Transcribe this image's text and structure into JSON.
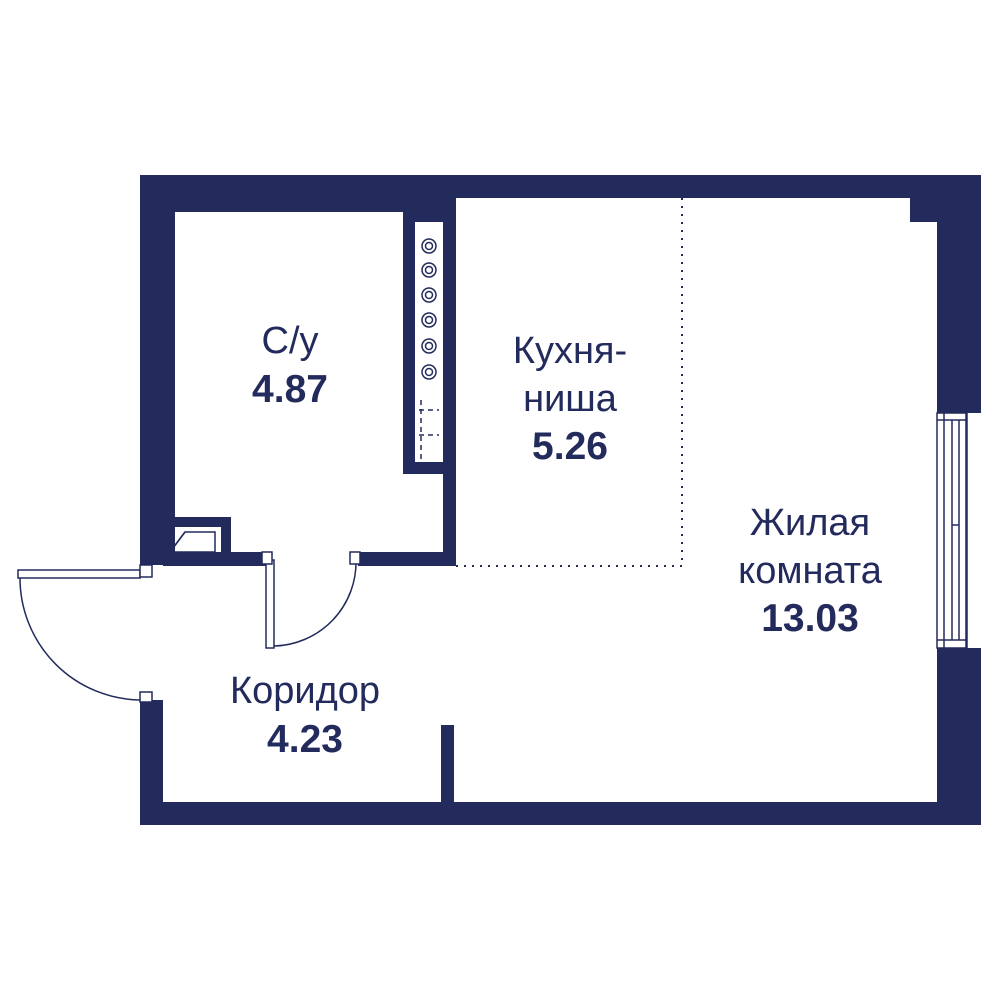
{
  "colors": {
    "wall": "#232A5C",
    "background": "#ffffff",
    "text": "#232A5C"
  },
  "rooms": [
    {
      "id": "bathroom",
      "name": "С/у",
      "area": "4.87"
    },
    {
      "id": "kitchen",
      "name_line1": "Кухня-",
      "name_line2": "ниша",
      "area": "5.26"
    },
    {
      "id": "living",
      "name_line1": "Жилая",
      "name_line2": "комната",
      "area": "13.03"
    },
    {
      "id": "corridor",
      "name": "Коридор",
      "area": "4.23"
    }
  ]
}
